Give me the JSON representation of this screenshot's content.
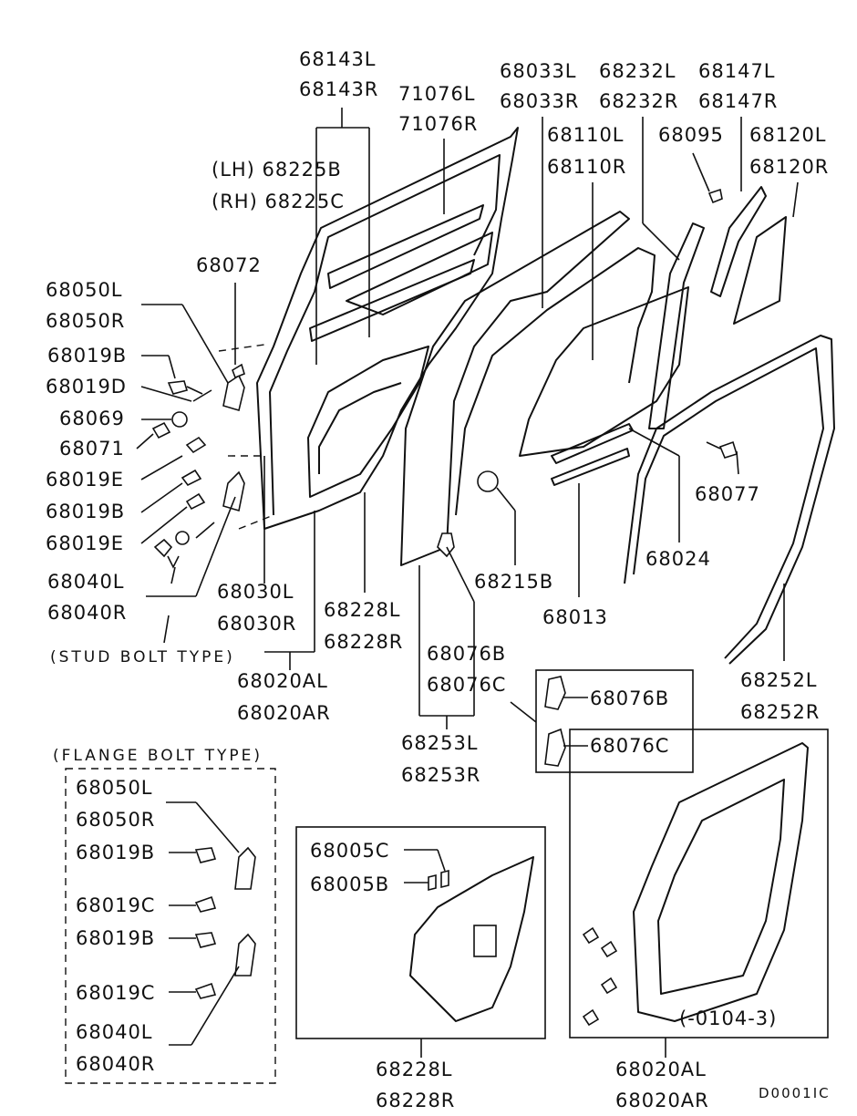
{
  "labels": {
    "l68143L": "68143L",
    "l68143R": "68143R",
    "l71076L": "71076L",
    "l71076R": "71076R",
    "l68033L": "68033L",
    "l68033R": "68033R",
    "l68232L": "68232L",
    "l68232R": "68232R",
    "l68147L": "68147L",
    "l68147R": "68147R",
    "l68110L": "68110L",
    "l68110R": "68110R",
    "l68095": "68095",
    "l68120L": "68120L",
    "l68120R": "68120R",
    "l68225B": "(LH) 68225B",
    "l68225C": "(RH) 68225C",
    "l68072": "68072",
    "l68050L": "68050L",
    "l68050R": "68050R",
    "l68019B_a": "68019B",
    "l68019D": "68019D",
    "l68069": "68069",
    "l68071": "68071",
    "l68019E_a": "68019E",
    "l68019B_b": "68019B",
    "l68019E_b": "68019E",
    "l68040L": "68040L",
    "l68040R": "68040R",
    "l_stud": "(STUD BOLT TYPE)",
    "l68030L": "68030L",
    "l68030R": "68030R",
    "l68228L_a": "68228L",
    "l68228R_a": "68228R",
    "l68020AL_a": "68020AL",
    "l68020AR_a": "68020AR",
    "l68077": "68077",
    "l68024": "68024",
    "l68215B": "68215B",
    "l68013": "68013",
    "l68076B": "68076B",
    "l68076C": "68076C",
    "l68076B_box": "68076B",
    "l68076C_box": "68076C",
    "l68252L": "68252L",
    "l68252R": "68252R",
    "l68253L": "68253L",
    "l68253R": "68253R",
    "l_flange": "(FLANGE BOLT TYPE)",
    "f68050L": "68050L",
    "f68050R": "68050R",
    "f68019B_a": "68019B",
    "f68019C_a": "68019C",
    "f68019B_b": "68019B",
    "f68019C_b": "68019C",
    "f68040L": "68040L",
    "f68040R": "68040R",
    "l68005C": "68005C",
    "l68005B": "68005B",
    "l68228L_b": "68228L",
    "l68228R_b": "68228R",
    "l68020AL_b": "68020AL",
    "l68020AR_b": "68020AR",
    "l_date": "(-0104-3)",
    "l_code": "D0001IC"
  }
}
